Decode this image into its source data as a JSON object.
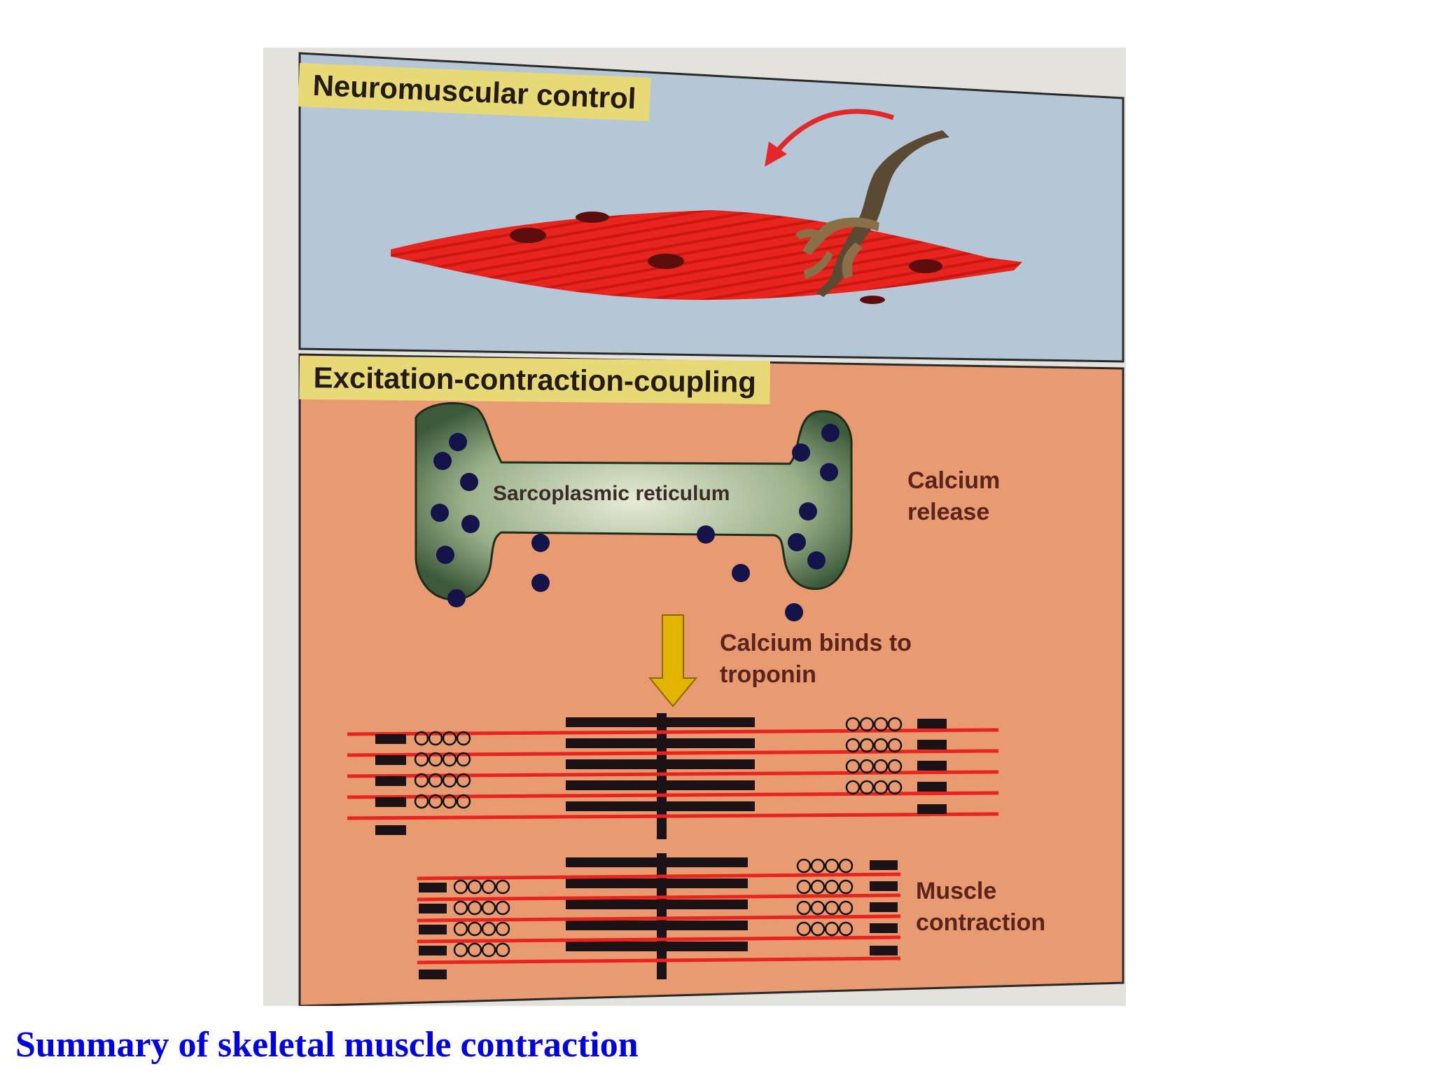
{
  "panels": {
    "neuromuscular_title": "Neuromuscular control",
    "ecc_title": "Excitation-contraction-coupling"
  },
  "labels": {
    "sarcoplasmic_reticulum": "Sarcoplasmic reticulum",
    "calcium_release_1": "Calcium",
    "calcium_release_2": "release",
    "calcium_binds_1": "Calcium binds to",
    "calcium_binds_2": "troponin",
    "muscle_contraction_1": "Muscle",
    "muscle_contraction_2": "contraction"
  },
  "caption": "Summary of skeletal muscle contraction",
  "colors": {
    "caption": "#0000e0",
    "muscle_fiber": "#e8241e",
    "panel_top": "#b5c7d6",
    "panel_bottom": "#e89a70",
    "label_bg": "#e8d977",
    "calcium": "#14144a",
    "arrow": "#e2b400"
  }
}
